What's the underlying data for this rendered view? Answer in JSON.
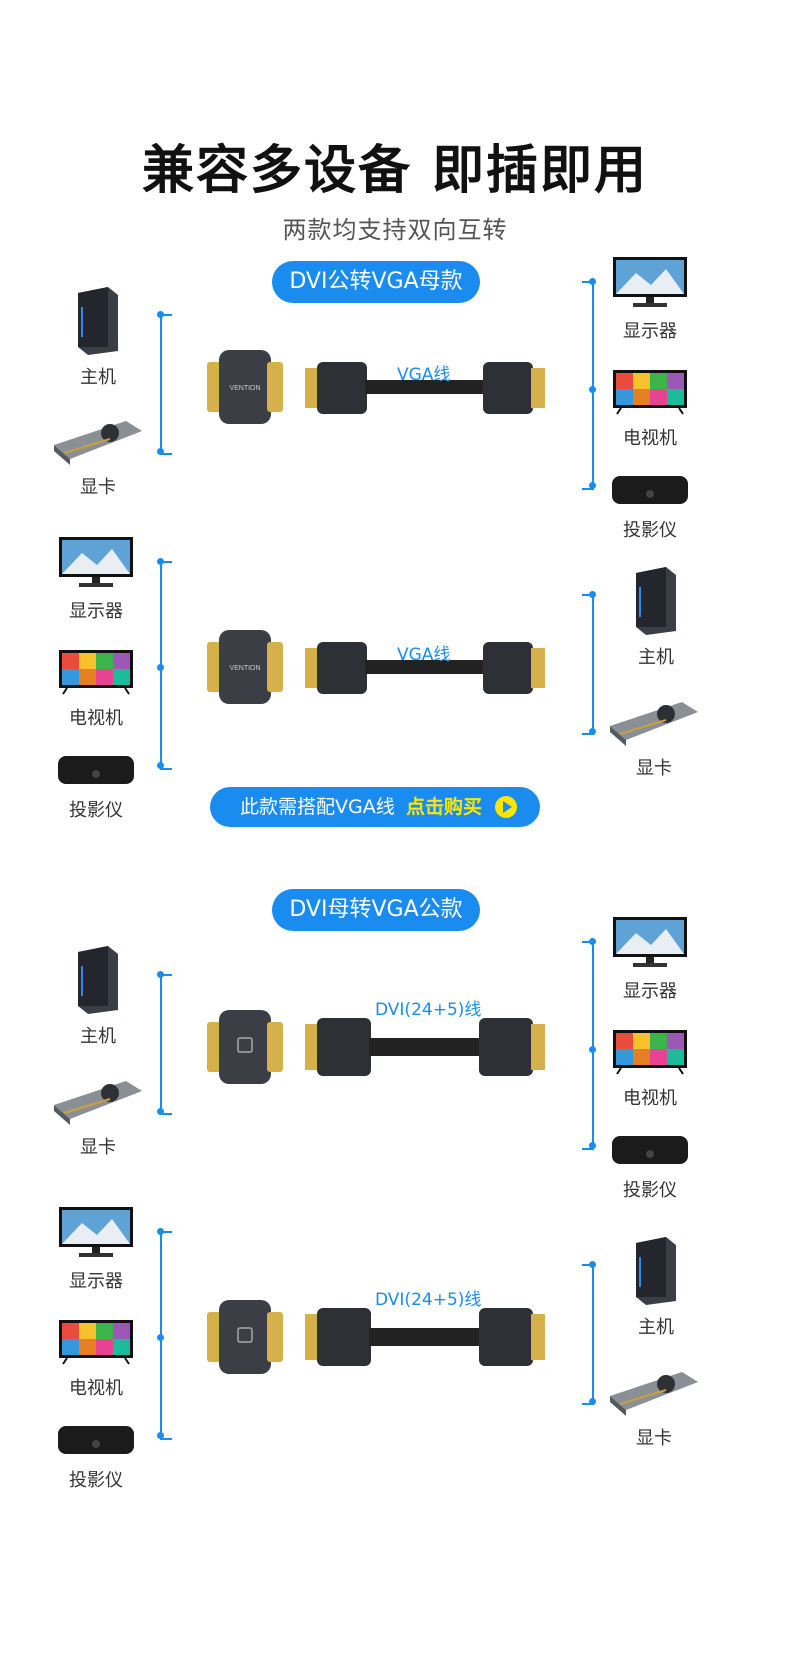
{
  "header": {
    "title": "兼容多设备 即插即用",
    "subtitle": "两款均支持双向互转"
  },
  "section1": {
    "label": "DVI公转VGA母款",
    "cable_label": "VGA线"
  },
  "section2": {
    "label": "DVI母转VGA公款",
    "cable_label": "DVI(24+5)线"
  },
  "buy_banner": {
    "text": "此款需搭配VGA线",
    "cta": "点击购买"
  },
  "devices": {
    "host": "主机",
    "gpu": "显卡",
    "monitor": "显示器",
    "tv": "电视机",
    "projector": "投影仪"
  },
  "brand": {
    "adapter_text": "VENTION"
  },
  "colors": {
    "accent": "#1a8cf0",
    "cta": "#ffe600",
    "connector_gold": "#d6b04a"
  }
}
